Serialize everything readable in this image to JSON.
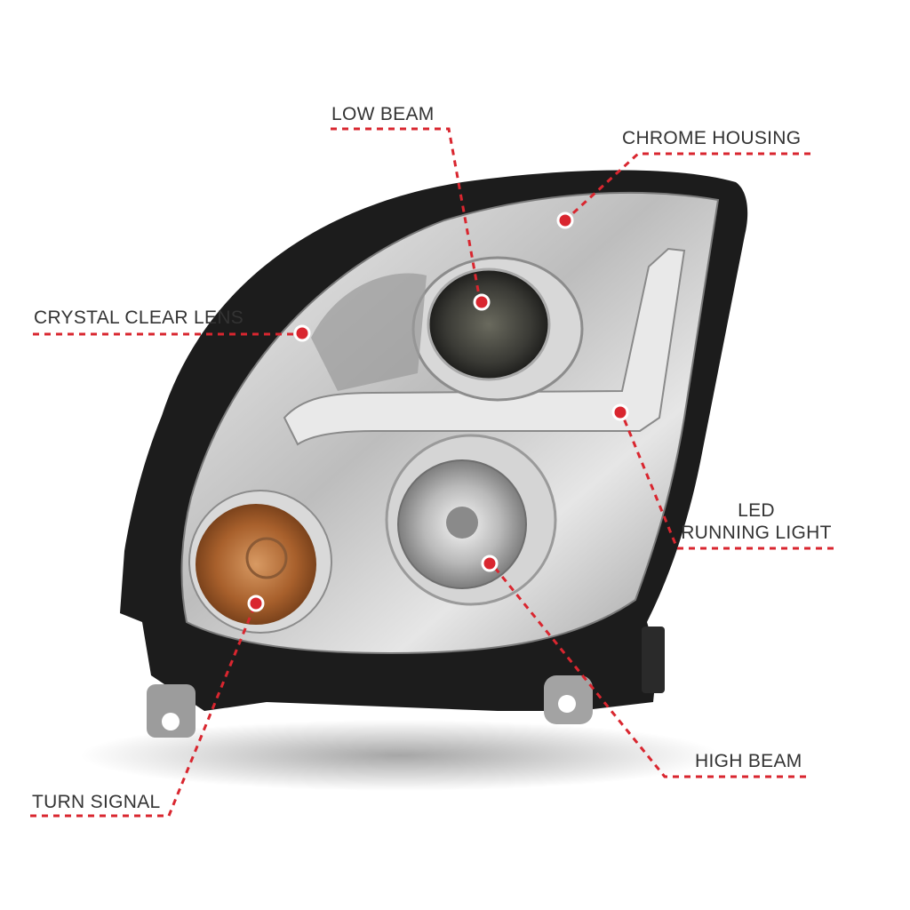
{
  "colors": {
    "leader_line": "#d9262f",
    "label_text": "#333333",
    "housing_black": "#1a1a1a",
    "chrome": "#c9c9c9",
    "amber": "#b8692e"
  },
  "callouts": {
    "low_beam": {
      "label": "LOW BEAM"
    },
    "chrome_housing": {
      "label": "CHROME HOUSING"
    },
    "crystal_clear_lens": {
      "label": "CRYSTAL CLEAR LENS"
    },
    "led_running_light": {
      "line1": "LED",
      "line2": "RUNNING LIGHT"
    },
    "high_beam": {
      "label": "HIGH BEAM"
    },
    "turn_signal": {
      "label": "TURN SIGNAL"
    }
  }
}
